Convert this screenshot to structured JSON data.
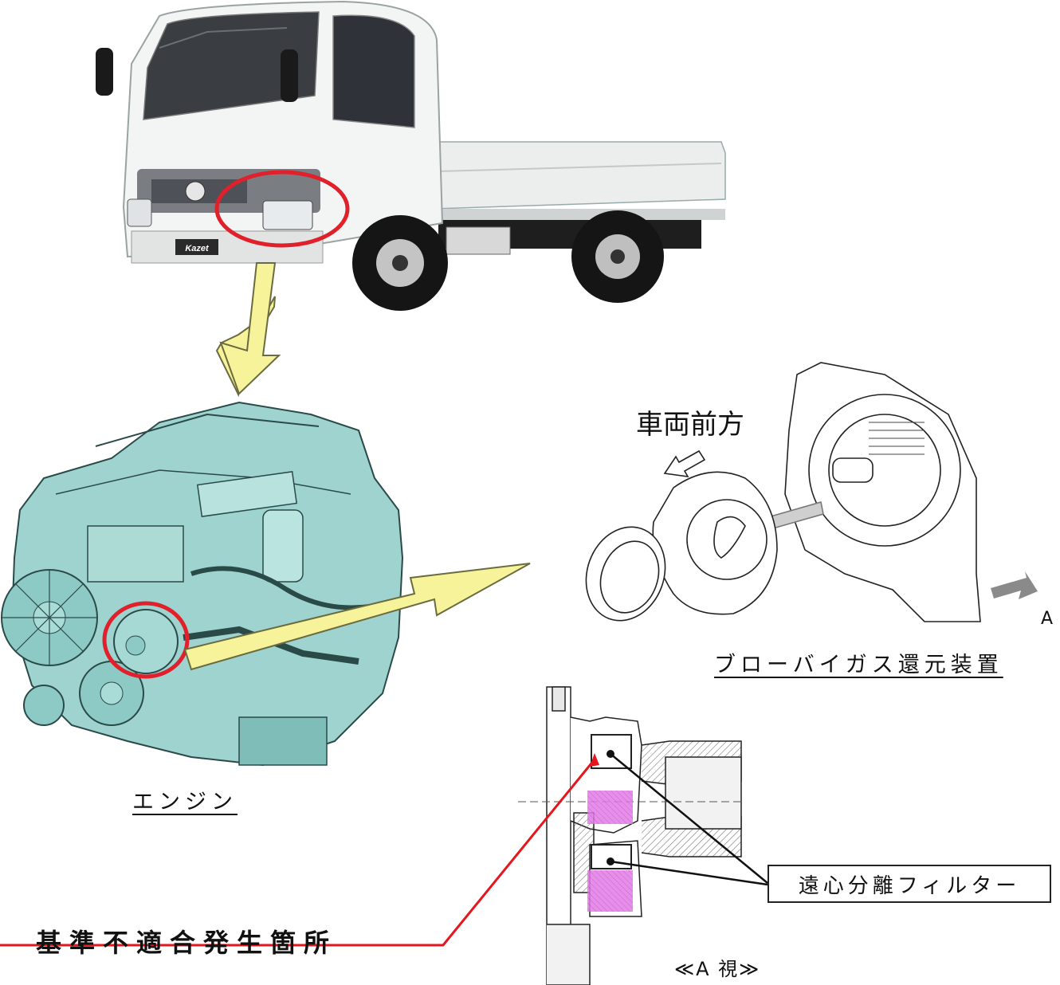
{
  "labels": {
    "forward": "車両前方",
    "view_letter": "A",
    "blowby_device": "ブローバイガス還元装置",
    "engine": "エンジン",
    "centrifugal_filter": "遠心分離フィルター",
    "defect_location": "基準不適合発生箇所",
    "view_a": "≪A 視≫"
  },
  "truck": {
    "badge": "Kazet",
    "cab_color": "#f1f2f2"
  },
  "colors": {
    "highlight_circle": "#e0202a",
    "callout_arrow_fill": "#f6f39a",
    "callout_arrow_stroke": "#6b6b40",
    "engine_body": "#9fd3cf",
    "section_highlight": "#e27be6",
    "leader_line": "#e4161e"
  }
}
